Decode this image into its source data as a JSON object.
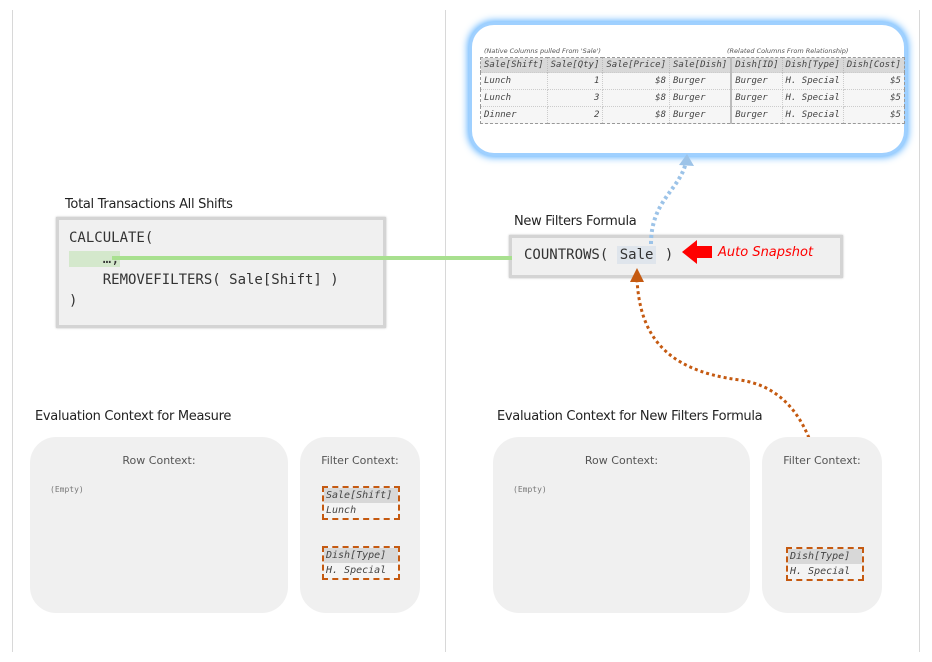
{
  "left": {
    "title": "Total Transactions All Shifts",
    "code": [
      "CALCULATE(",
      "    …,",
      "    REMOVEFILTERS( Sale[Shift] )",
      ")"
    ]
  },
  "right": {
    "title": "New Filters Formula",
    "code_prefix": "COUNTROWS( ",
    "code_highlight": "Sale",
    "code_suffix": " )",
    "annotation": "Auto Snapshot",
    "annotation_color": "#ff0000"
  },
  "table": {
    "native_caption": "(Native Columns pulled From 'Sale')",
    "related_caption": "(Related Columns From Relationship)",
    "headers": [
      "Sale[Shift]",
      "Sale[Qty]",
      "Sale[Price]",
      "Sale[Dish]",
      "Dish[ID]",
      "Dish[Type]",
      "Dish[Cost]"
    ],
    "rows": [
      [
        "Lunch",
        "1",
        "$8",
        "Burger",
        "Burger",
        "H. Special",
        "$5"
      ],
      [
        "Lunch",
        "3",
        "$8",
        "Burger",
        "Burger",
        "H. Special",
        "$5"
      ],
      [
        "Dinner",
        "2",
        "$8",
        "Burger",
        "Burger",
        "H. Special",
        "$5"
      ]
    ]
  },
  "eval_left": {
    "title": "Evaluation Context for Measure",
    "row_label": "Row Context:",
    "row_value": "(Empty)",
    "filter_label": "Filter Context:",
    "filters": [
      {
        "column": "Sale[Shift]",
        "value": "Lunch"
      },
      {
        "column": "Dish[Type]",
        "value": "H. Special"
      }
    ]
  },
  "eval_right": {
    "title": "Evaluation Context for New Filters Formula",
    "row_label": "Row Context:",
    "row_value": "(Empty)",
    "filter_label": "Filter Context:",
    "filters": [
      {
        "column": "Dish[Type]",
        "value": "H. Special"
      }
    ]
  },
  "colors": {
    "green_link": "#8fd67a",
    "blue_link": "#9cc3e8",
    "orange_link": "#c55a11",
    "glow": "#4aa8ff"
  }
}
